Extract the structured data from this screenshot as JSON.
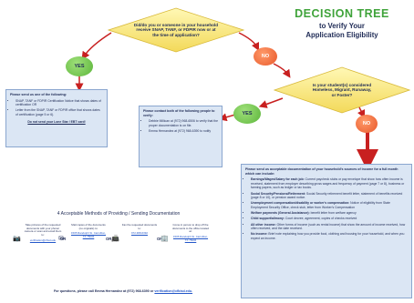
{
  "header": {
    "title": "DECISION TREE",
    "subtitle_line1": "to Verify Your",
    "subtitle_line2": "Application Eligibility"
  },
  "question1": {
    "line1": "Did/do you or someone in your household",
    "line2": "receive SNAP, TANF, or FDPIR now or at",
    "line3": "the time of application?"
  },
  "question2": {
    "line1": "Is your student(s) considered",
    "line2": "Homeless, Migrant, Runaway,",
    "line3": "or Foster?"
  },
  "labels": {
    "yes": "YES",
    "no": "NO"
  },
  "box_snap": {
    "header": "Please send us one of the following:",
    "items": [
      "SNAP, TANF or FDPIR Certification Notice that shows dates of certification OR",
      "Letter from the SNAP, TANF or FDPIR office that shows dates of certification (page 5 or 6)."
    ],
    "note": "Do not send your Lone Star / EBT card!"
  },
  "box_contact": {
    "header": "Please contact both of the following people to verify:",
    "items": [
      "Debbie Millican at (972) 968-6506 to verify that the proper documentation is on file.",
      "Emma Hernandez at (972) 968-6390 to notify"
    ]
  },
  "box_income": {
    "header": "Please send us acceptable documentation of your household's sources of income for a full month which can include:",
    "items": [
      {
        "b": "Earnings/Wages/Salary for each job:",
        "t": " Current paycheck stubs or pay envelope that show how often income is received, statement from employer describing gross wages and frequency of payment (page 7 or 8), business or farming papers, such as ledger or tax books."
      },
      {
        "b": "Social Security/Pensions/Retirement:",
        "t": " Social Security retirement benefit letter, statement of benefits received (page 8 or 10), or pension award notice."
      },
      {
        "b": "Unemployment compensation/disability or worker's compensation:",
        "t": " Notice of eligibility from State Employment Security Office, check stub, letter from Worker's Compensation"
      },
      {
        "b": "Welfare payments (General Assistance):",
        "t": " benefit letter from welfare agency"
      },
      {
        "b": "Child support/alimony:",
        "t": " Court decree, agreement, copies of checks received"
      },
      {
        "b": "All other income:",
        "t": " Other forms of income (such as rental income) that show the amount of income received, how often received, and the date received."
      },
      {
        "b": "No income:",
        "t": " Brief note explaining how you provide food, clothing and housing for your household, and when you expect an income."
      }
    ]
  },
  "methods": {
    "title": "4 Acceptable Methods of Providing / Sending Documentation",
    "or_label": "OR",
    "items": [
      {
        "icon": "camera-icon",
        "glyph": "📷",
        "text": "Take pictures of the requested documents with your phone/ camera or scan and email them to:",
        "link": "verification@cfisd.edu"
      },
      {
        "icon": "mail-icon",
        "glyph": "✉",
        "text": "Mail copies of the documents (no originals) to:",
        "link": "1505 Randolph St. Carrollton, TX 75006"
      },
      {
        "icon": "fax-icon",
        "glyph": "📠",
        "text": "Fax the requested documents to:",
        "link": "972-968-6392"
      },
      {
        "icon": "office-icon",
        "glyph": "🏢",
        "text": "Come in person to drop off the documents to the office located at:",
        "link": "1505 Randolph St. Carrollton, TX 75006"
      }
    ]
  },
  "footer": {
    "prefix": "For questions, please call Emma Hernandez at (972) 968-6390 or",
    "link": "verification@cfbisd.edu."
  }
}
